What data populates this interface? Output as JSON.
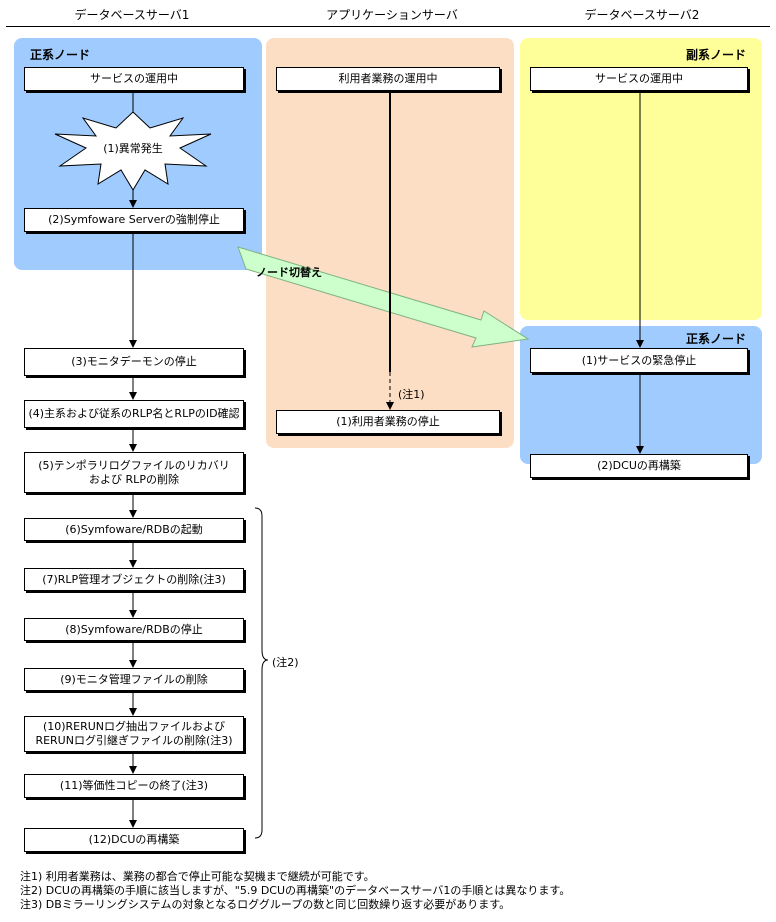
{
  "columns": {
    "db1": "データベースサーバ1",
    "app": "アプリケーションサーバ",
    "db2": "データベースサーバ2"
  },
  "regions": {
    "db1_primary_label": "正系ノード",
    "db2_secondary_label": "副系ノード",
    "db2_primary_label": "正系ノード"
  },
  "db1_steps": {
    "running": "サービスの運用中",
    "failure": "(1)異常発生",
    "force_stop": "(2)Symfoware Serverの強制停止",
    "s3": "(3)モニタデーモンの停止",
    "s4": "(4)主系および従系のRLP名とRLPのID確認",
    "s5": "(5)テンポラリログファイルのリカバリ\nおよび RLPの削除",
    "s6": "(6)Symfoware/RDBの起動",
    "s7": "(7)RLP管理オブジェクトの削除(注3)",
    "s8": "(8)Symfoware/RDBの停止",
    "s9": "(9)モニタ管理ファイルの削除",
    "s10": "(10)RERUNログ抽出ファイルおよび\nRERUNログ引継ぎファイルの削除(注3)",
    "s11": "(11)等価性コピーの終了(注3)",
    "s12": "(12)DCUの再構築"
  },
  "app_steps": {
    "running": "利用者業務の運用中",
    "note1_marker": "(注1)",
    "stop": "(1)利用者業務の停止"
  },
  "db2_steps": {
    "running": "サービスの運用中",
    "emergency_stop": "(1)サービスの緊急停止",
    "rebuild": "(2)DCUの再構築"
  },
  "switch_label": "ノード切替え",
  "brace_label": "(注2)",
  "notes": [
    "注1) 利用者業務は、業務の都合で停止可能な契機まで継続が可能です。",
    "注2) DCUの再構築の手順に該当しますが、\"5.9 DCUの再構築\"のデータベースサーバ1の手順とは異なります。",
    "注3) DBミラーリングシステムの対象となるロググループの数と同じ回数繰り返す必要があります。"
  ],
  "colors": {
    "primary_node": "#9fcbff",
    "secondary_node": "#ffff99",
    "app_server": "#fbdec4",
    "switch_arrow": "#ccffcc"
  }
}
